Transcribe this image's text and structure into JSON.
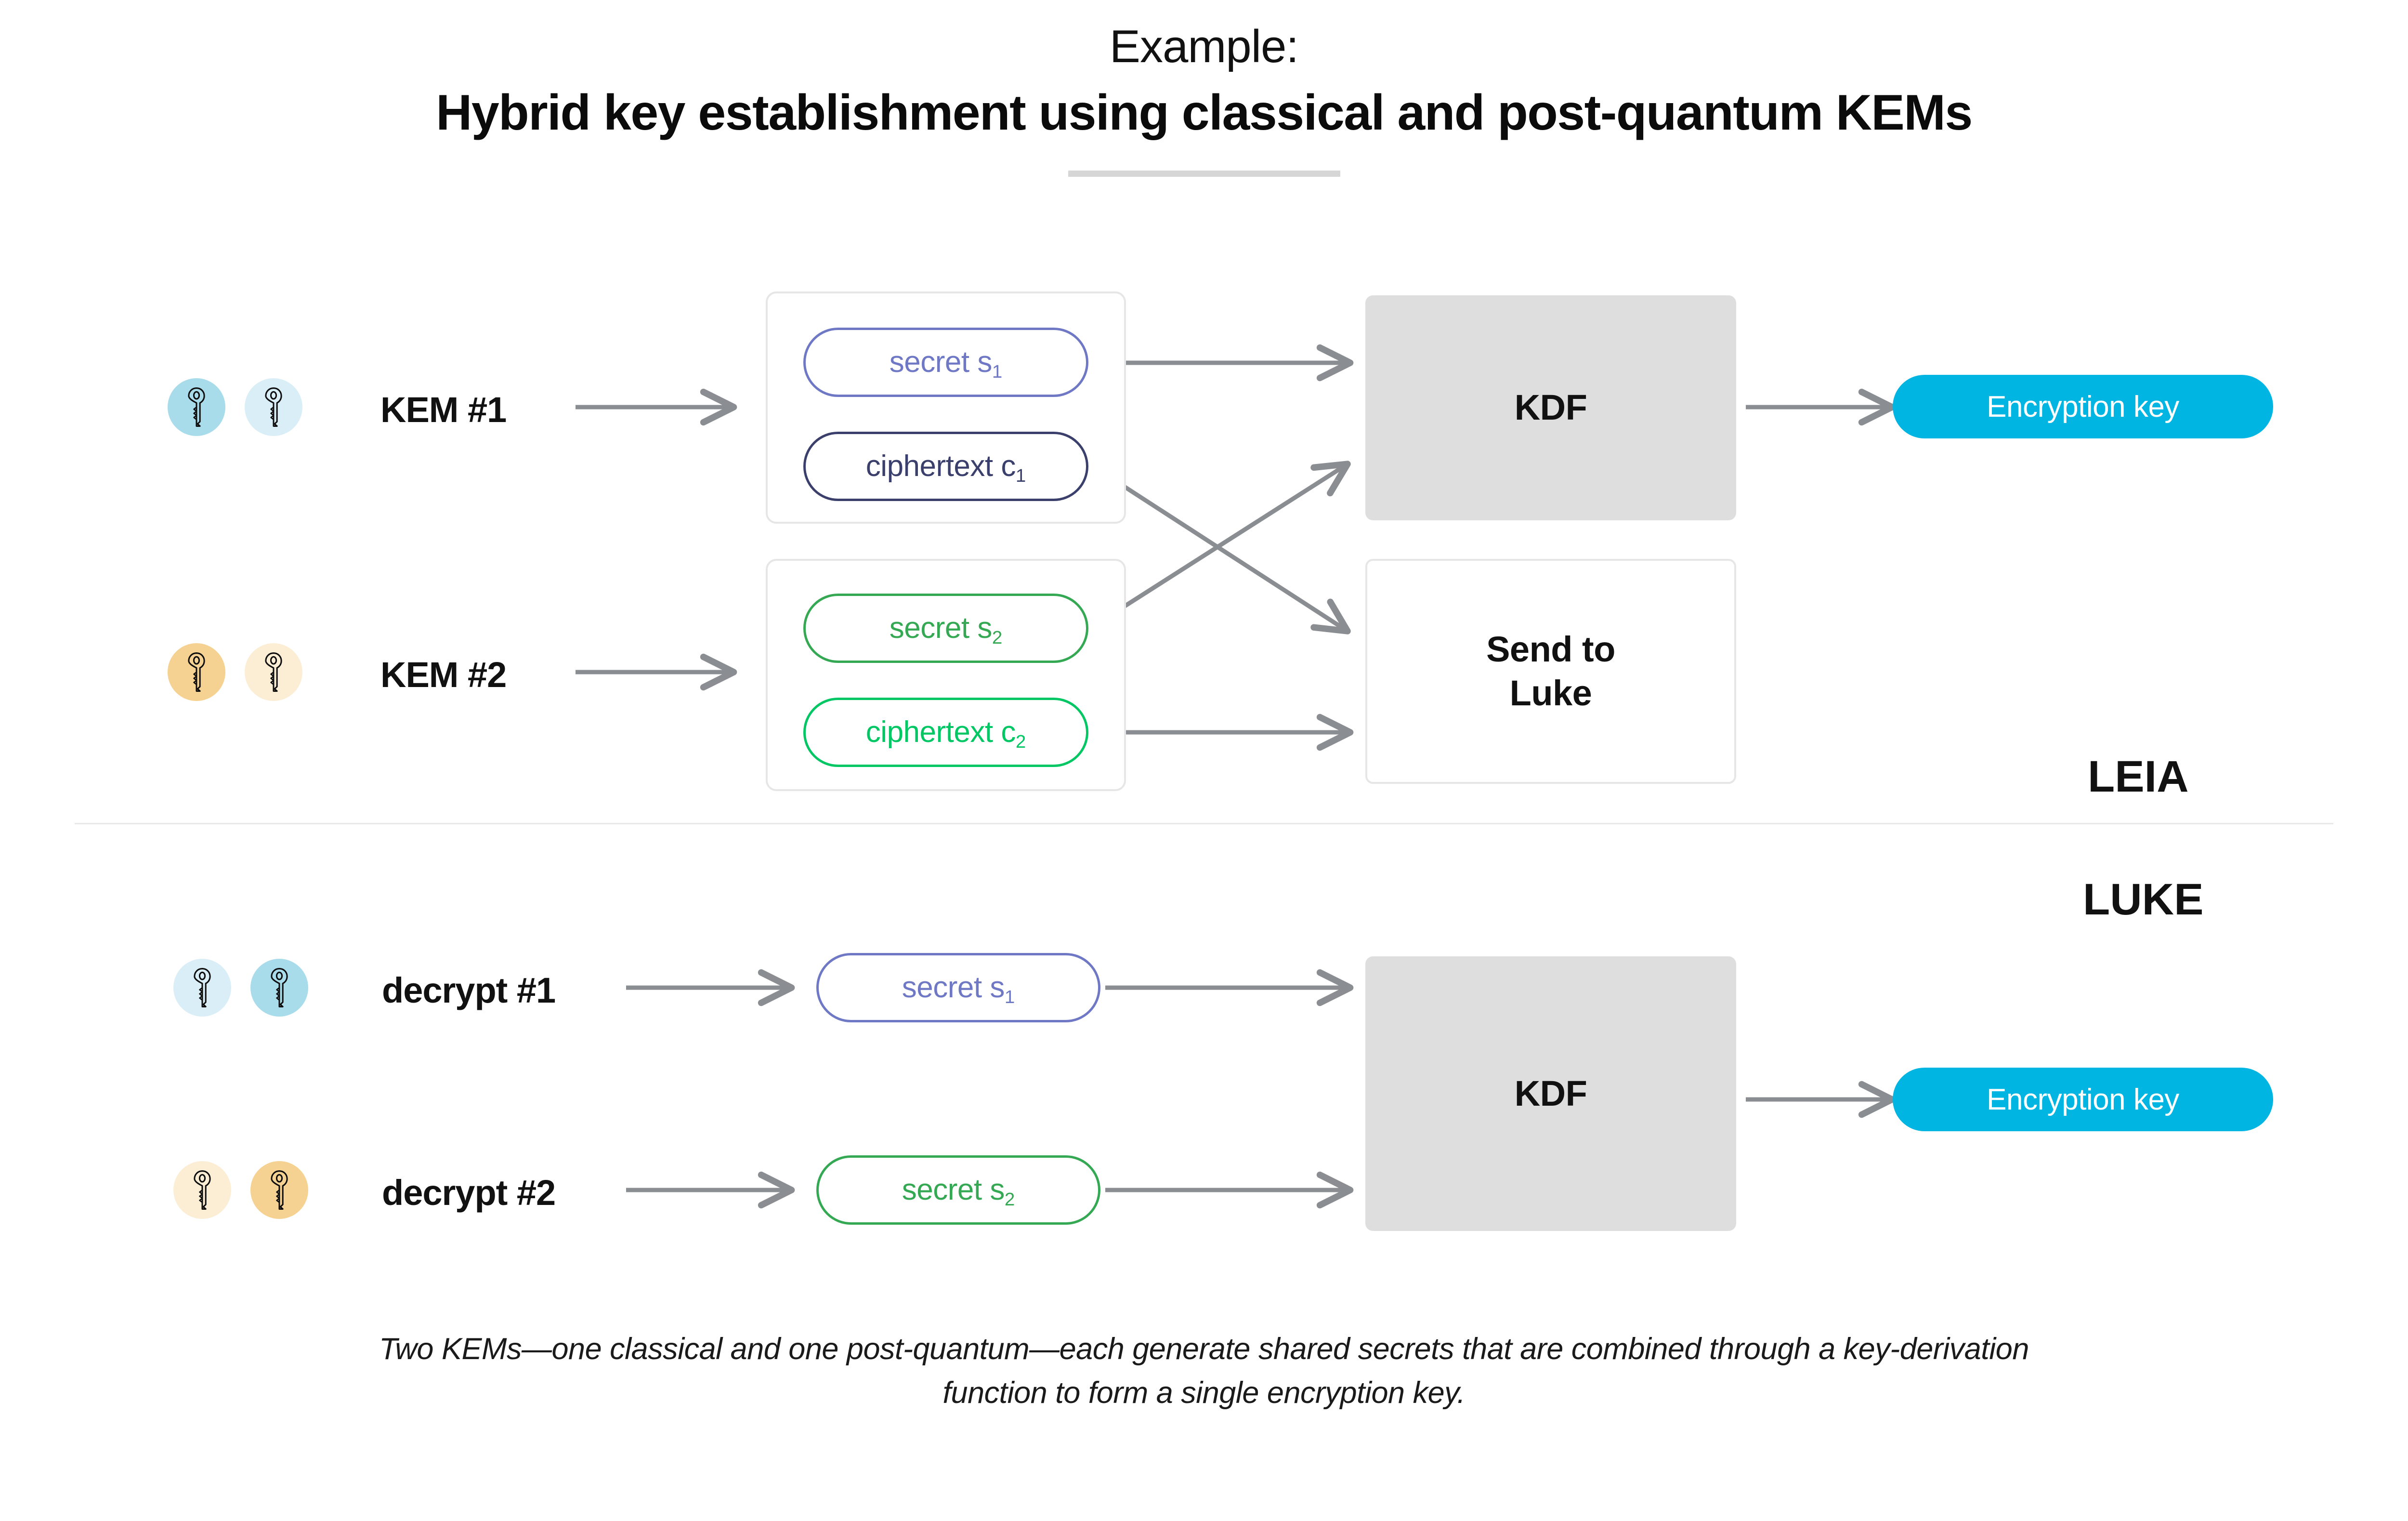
{
  "title": {
    "eyebrow": "Example:",
    "main": "Hybrid key establishment using classical and post-quantum KEMs"
  },
  "colors": {
    "accent_bar": "#d6d6d6",
    "secret_s1": "#6f78c4",
    "ciphertext_c1": "#3b3f6b",
    "secret_s2": "#34a853",
    "ciphertext_c2": "#00c763",
    "encryption_key_bg": "#00b5e2",
    "kdf_box_bg": "#dededf",
    "arrow": "#8a8d91",
    "key_blue_dark": "#a9dcea",
    "key_blue_light": "#d9eef6",
    "key_orange_dark": "#f5d292",
    "key_orange_light": "#fbeed5"
  },
  "leia": {
    "actor_label": "LEIA",
    "rows": [
      {
        "label": "KEM #1",
        "keys": [
          "key-icon-dark-blue",
          "key-icon-light-blue"
        ],
        "outputs": [
          {
            "text": "secret s",
            "sub": "1",
            "name": "secret-s1-pill"
          },
          {
            "text": "ciphertext c",
            "sub": "1",
            "name": "ciphertext-c1-pill"
          }
        ]
      },
      {
        "label": "KEM #2",
        "keys": [
          "key-icon-dark-orange",
          "key-icon-light-orange"
        ],
        "outputs": [
          {
            "text": "secret s",
            "sub": "2",
            "name": "secret-s2-pill"
          },
          {
            "text": "ciphertext c",
            "sub": "2",
            "name": "ciphertext-c2-pill"
          }
        ]
      }
    ],
    "kdf_label": "KDF",
    "send_label_line1": "Send to",
    "send_label_line2": "Luke",
    "encryption_key_label": "Encryption key"
  },
  "luke": {
    "actor_label": "LUKE",
    "rows": [
      {
        "label": "decrypt #1",
        "keys": [
          "key-icon-light-blue",
          "key-icon-dark-blue"
        ],
        "output": {
          "text": "secret s",
          "sub": "1",
          "name": "secret-s1-pill-luke"
        }
      },
      {
        "label": "decrypt #2",
        "keys": [
          "key-icon-light-orange",
          "key-icon-dark-orange"
        ],
        "output": {
          "text": "secret s",
          "sub": "2",
          "name": "secret-s2-pill-luke"
        }
      }
    ],
    "kdf_label": "KDF",
    "encryption_key_label": "Encryption key"
  },
  "caption": "Two KEMs—one classical and one post-quantum—each generate shared secrets that are combined through a key-derivation function to form a single encryption key."
}
